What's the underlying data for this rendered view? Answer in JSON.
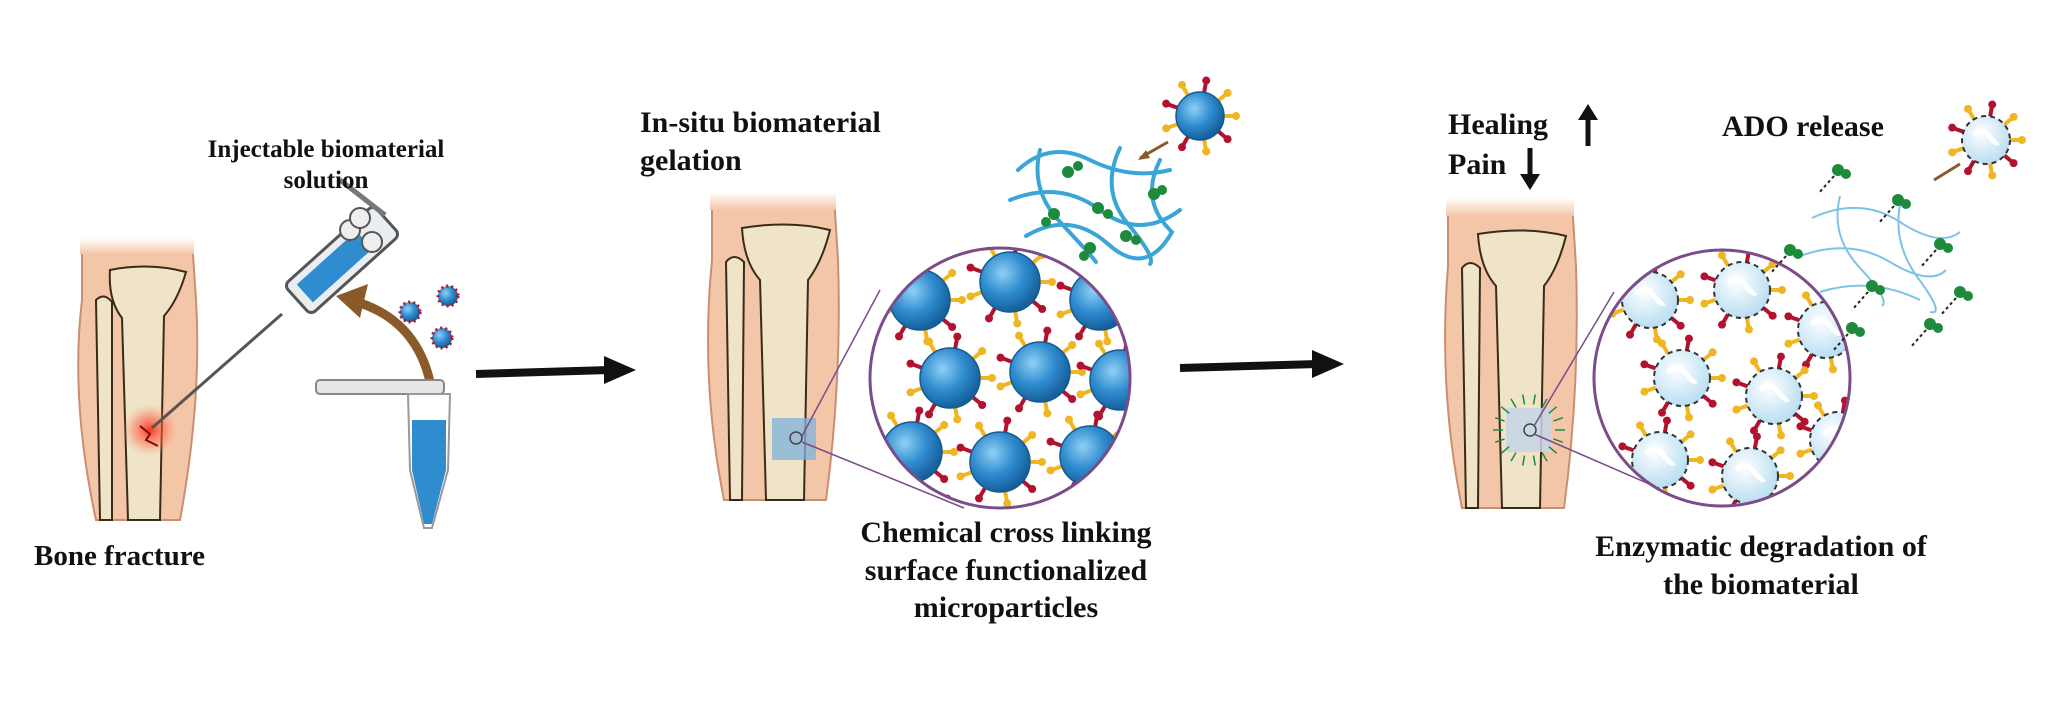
{
  "panels": [
    {
      "labels": {
        "injection_line1": "Injectable biomaterial",
        "injection_line2": "solution",
        "fracture": "Bone fracture"
      }
    },
    {
      "labels": {
        "gelation_line1": "In-situ biomaterial",
        "gelation_line2": "gelation",
        "crosslink_line1": "Chemical cross linking",
        "crosslink_line2": "surface functionalized",
        "crosslink_line3": "microparticles"
      }
    },
    {
      "labels": {
        "healing": "Healing",
        "pain": "Pain",
        "release": "ADO release",
        "degradation_line1": "Enzymatic degradation of",
        "degradation_line2": "the biomaterial"
      },
      "indicators": {
        "healing": "up",
        "pain": "down"
      }
    }
  ],
  "colors": {
    "skin": "#f4c6a8",
    "skin_edge": "#c98f72",
    "bone": "#efe3c8",
    "particle": "#2f8ccf",
    "particle_light": "#cfe8f6",
    "ligand_red": "#b3122e",
    "ligand_yellow": "#f0b622",
    "drug": "#1e8a3c",
    "polymer": "#3aa6d8",
    "arrow": "#111111",
    "curve_arrow": "#8a5a2b"
  },
  "icons": [
    "syringe-icon",
    "microtube-icon",
    "particle-icon",
    "arrow-icon"
  ]
}
